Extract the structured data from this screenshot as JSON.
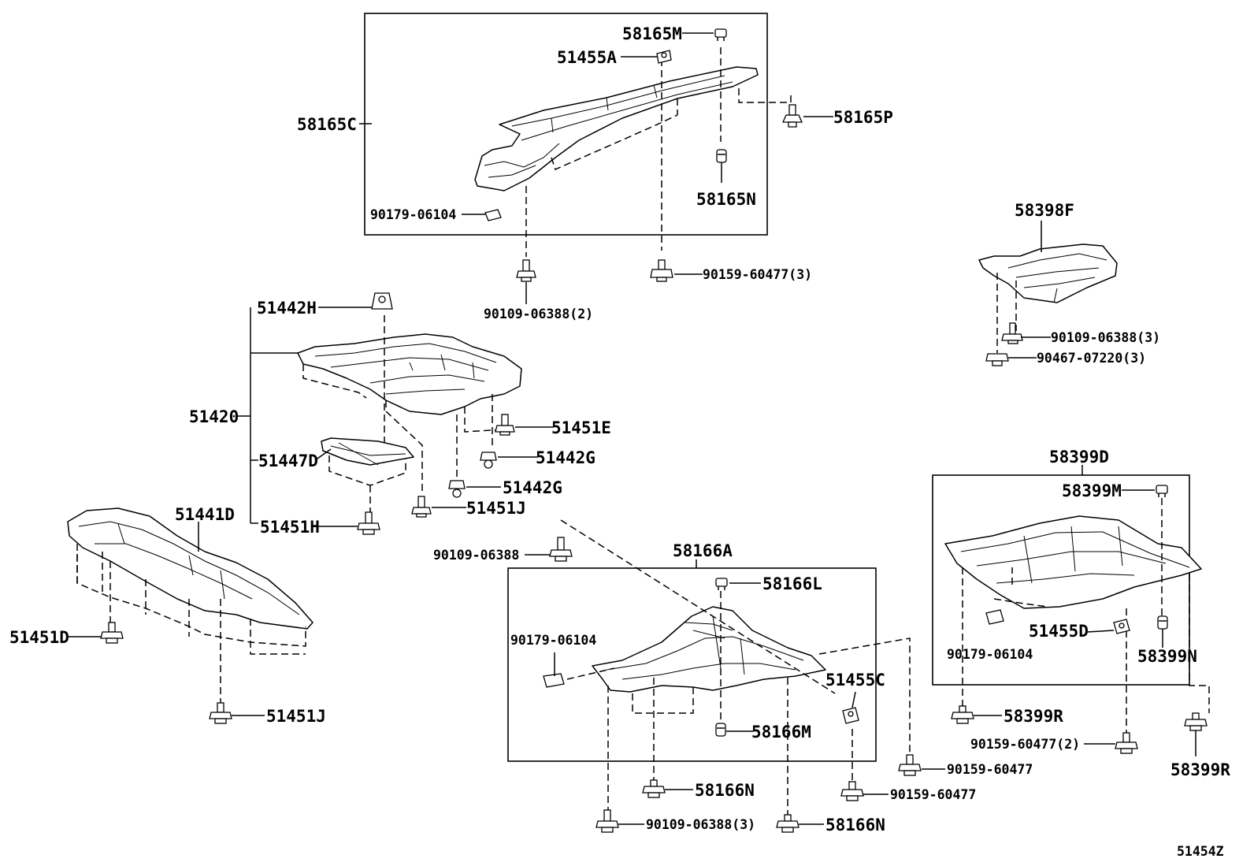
{
  "diagram": {
    "labels": [
      {
        "id": "58165M",
        "text": "58165M"
      },
      {
        "id": "51455A",
        "text": "51455A"
      },
      {
        "id": "58165C",
        "text": "58165C"
      },
      {
        "id": "58165P",
        "text": "58165P"
      },
      {
        "id": "58165N",
        "text": "58165N"
      },
      {
        "id": "90179-06104-a",
        "text": "90179-06104"
      },
      {
        "id": "58398F",
        "text": "58398F"
      },
      {
        "id": "90159-60477-3-a",
        "text": "90159-60477(3)"
      },
      {
        "id": "90109-06388-2",
        "text": "90109-06388(2)"
      },
      {
        "id": "51442H",
        "text": "51442H"
      },
      {
        "id": "90109-06388-3-a",
        "text": "90109-06388(3)"
      },
      {
        "id": "90467-07220-3",
        "text": "90467-07220(3)"
      },
      {
        "id": "51420",
        "text": "51420"
      },
      {
        "id": "51451E",
        "text": "51451E"
      },
      {
        "id": "51442G-a",
        "text": "51442G"
      },
      {
        "id": "51447D",
        "text": "51447D"
      },
      {
        "id": "51442G-b",
        "text": "51442G"
      },
      {
        "id": "58399D",
        "text": "58399D"
      },
      {
        "id": "58399M",
        "text": "58399M"
      },
      {
        "id": "51441D",
        "text": "51441D"
      },
      {
        "id": "51451J-a",
        "text": "51451J"
      },
      {
        "id": "51451H",
        "text": "51451H"
      },
      {
        "id": "90109-06388",
        "text": "90109-06388"
      },
      {
        "id": "58166A",
        "text": "58166A"
      },
      {
        "id": "58166L",
        "text": "58166L"
      },
      {
        "id": "51451D",
        "text": "51451D"
      },
      {
        "id": "90179-06104-b",
        "text": "90179-06104"
      },
      {
        "id": "51455D",
        "text": "51455D"
      },
      {
        "id": "90179-06104-c",
        "text": "90179-06104"
      },
      {
        "id": "58399N",
        "text": "58399N"
      },
      {
        "id": "51455C",
        "text": "51455C"
      },
      {
        "id": "51451J-b",
        "text": "51451J"
      },
      {
        "id": "58399R-a",
        "text": "58399R"
      },
      {
        "id": "58166M",
        "text": "58166M"
      },
      {
        "id": "90159-60477-2",
        "text": "90159-60477(2)"
      },
      {
        "id": "90159-60477-a",
        "text": "90159-60477"
      },
      {
        "id": "58399R-b",
        "text": "58399R"
      },
      {
        "id": "58166N-a",
        "text": "58166N"
      },
      {
        "id": "90159-60477-b",
        "text": "90159-60477"
      },
      {
        "id": "90109-06388-3-b",
        "text": "90109-06388(3)"
      },
      {
        "id": "58166N-b",
        "text": "58166N"
      }
    ],
    "drawing_number": "51454Z"
  }
}
